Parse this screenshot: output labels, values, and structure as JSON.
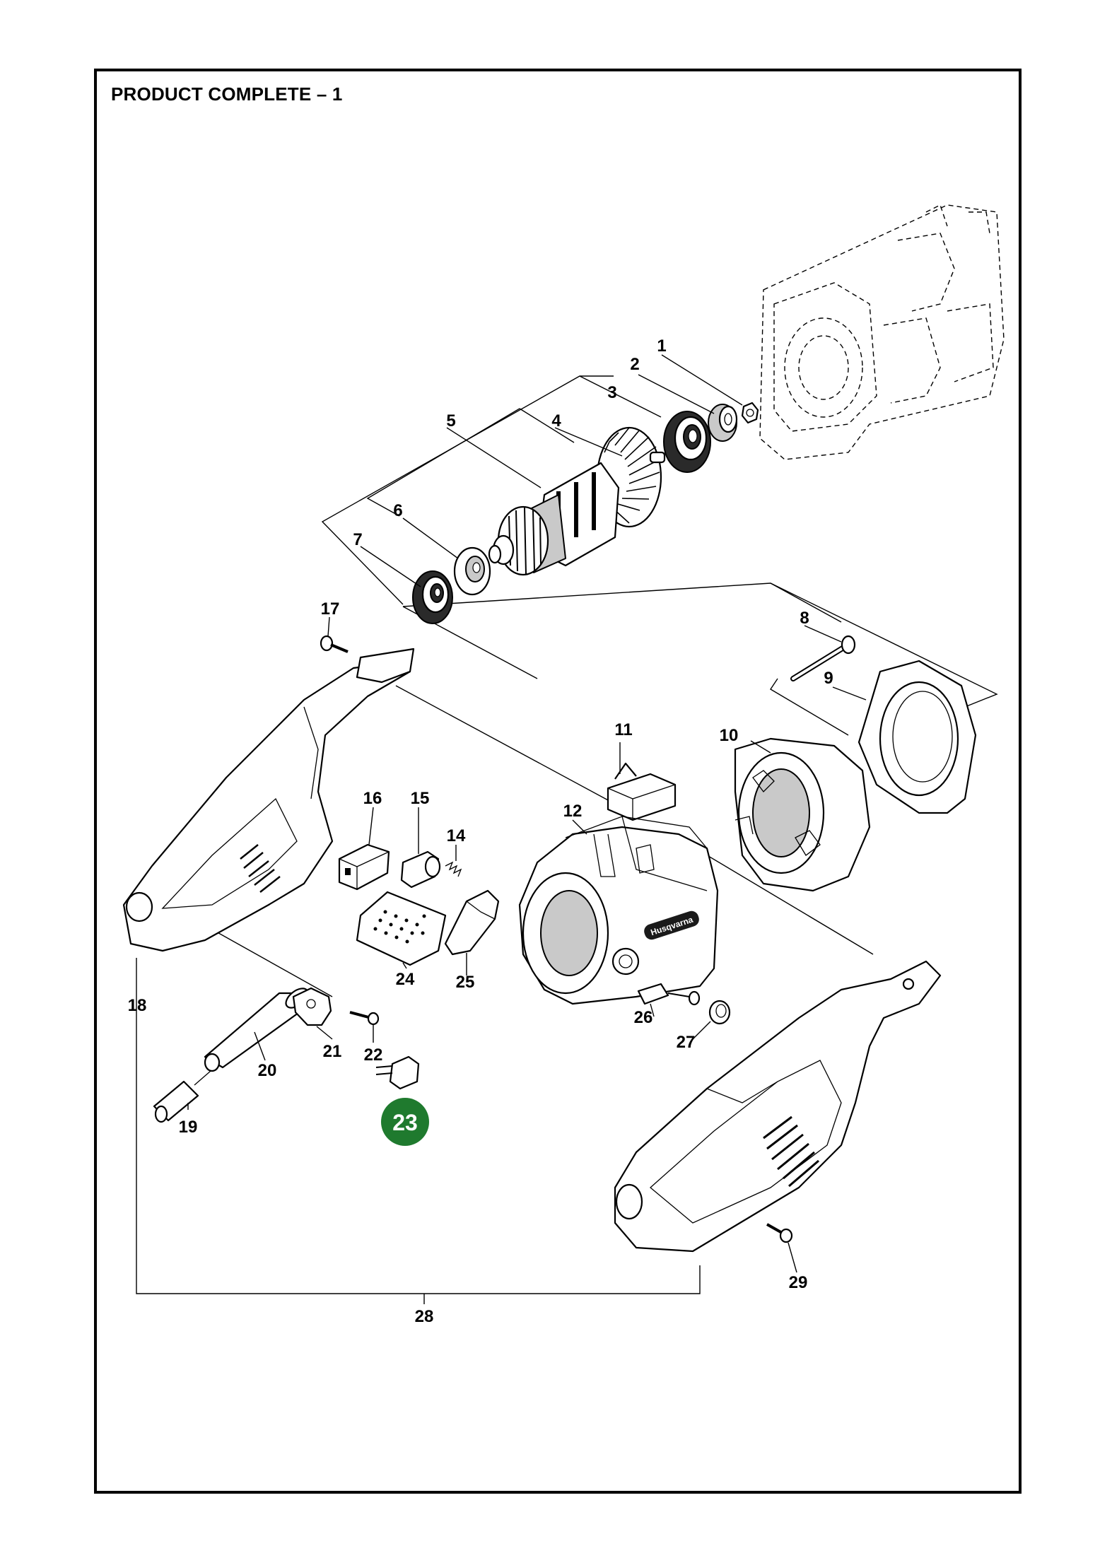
{
  "title": "PRODUCT COMPLETE – 1",
  "brand_label": "Husqvarna",
  "colors": {
    "highlight": "#1f7a2e",
    "line": "#000000",
    "background": "#ffffff"
  },
  "highlighted_part": "23",
  "part_labels": {
    "p1": "1",
    "p2": "2",
    "p3": "3",
    "p4": "4",
    "p5": "5",
    "p6": "6",
    "p7": "7",
    "p8": "8",
    "p9": "9",
    "p10": "10",
    "p11": "11",
    "p12": "12",
    "p14": "14",
    "p15": "15",
    "p16": "16",
    "p17": "17",
    "p18": "18",
    "p19": "19",
    "p20": "20",
    "p21": "21",
    "p22": "22",
    "p23": "23",
    "p24": "24",
    "p25": "25",
    "p26": "26",
    "p27": "27",
    "p28": "28",
    "p29": "29"
  }
}
